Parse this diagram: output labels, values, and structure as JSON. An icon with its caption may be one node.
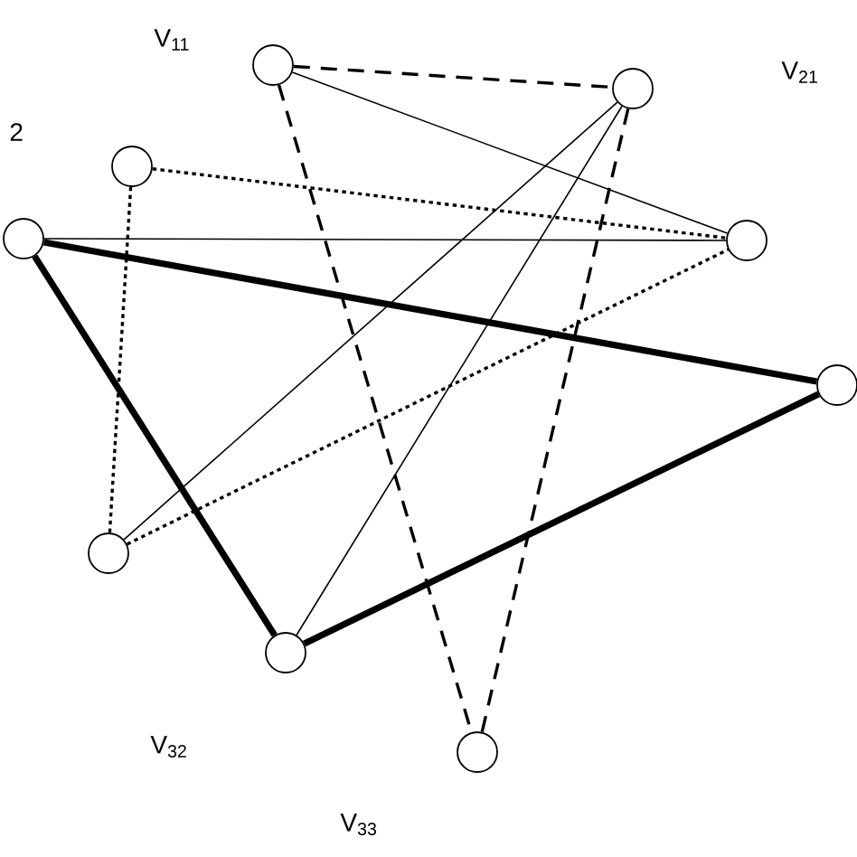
{
  "diagram": {
    "nodes": [
      {
        "text": [],
        "shape": "circle"
      },
      {
        "text": [],
        "shape": "circle"
      },
      {
        "text": [],
        "shape": "circle"
      },
      {
        "text": [],
        "shape": "circle"
      },
      {
        "text": [],
        "shape": "circle"
      },
      {
        "text": [],
        "shape": "circle"
      },
      {
        "text": [],
        "shape": "circle"
      },
      {
        "text": [],
        "shape": "circle"
      },
      {
        "text": [],
        "shape": "circle"
      }
    ],
    "edges": [
      {
        "from": 0,
        "to": 1,
        "arrow": "none",
        "style": "dashed"
      },
      {
        "from": 0,
        "to": 8,
        "arrow": "none",
        "style": "dashed"
      },
      {
        "from": 1,
        "to": 8,
        "arrow": "none",
        "style": "dashed"
      },
      {
        "from": 2,
        "to": 4,
        "arrow": "none",
        "style": "dashed"
      },
      {
        "from": 2,
        "to": 6,
        "arrow": "none",
        "style": "dashed"
      },
      {
        "from": 6,
        "to": 4,
        "arrow": "none",
        "style": "dashed"
      },
      {
        "from": 3,
        "to": 5,
        "arrow": "none",
        "style": "thick"
      },
      {
        "from": 3,
        "to": 7,
        "arrow": "none",
        "style": "thick"
      },
      {
        "from": 7,
        "to": 5,
        "arrow": "none",
        "style": "thick"
      },
      {
        "from": 0,
        "to": 4,
        "arrow": "none"
      },
      {
        "from": 3,
        "to": 4,
        "arrow": "none"
      },
      {
        "from": 1,
        "to": 6,
        "arrow": "none"
      },
      {
        "from": 1,
        "to": 7,
        "arrow": "none"
      }
    ],
    "labels": [
      "V$_{11}$",
      "V$_{21}$",
      "2",
      "V$_{32}$",
      "V$_{33}$"
    ]
  }
}
